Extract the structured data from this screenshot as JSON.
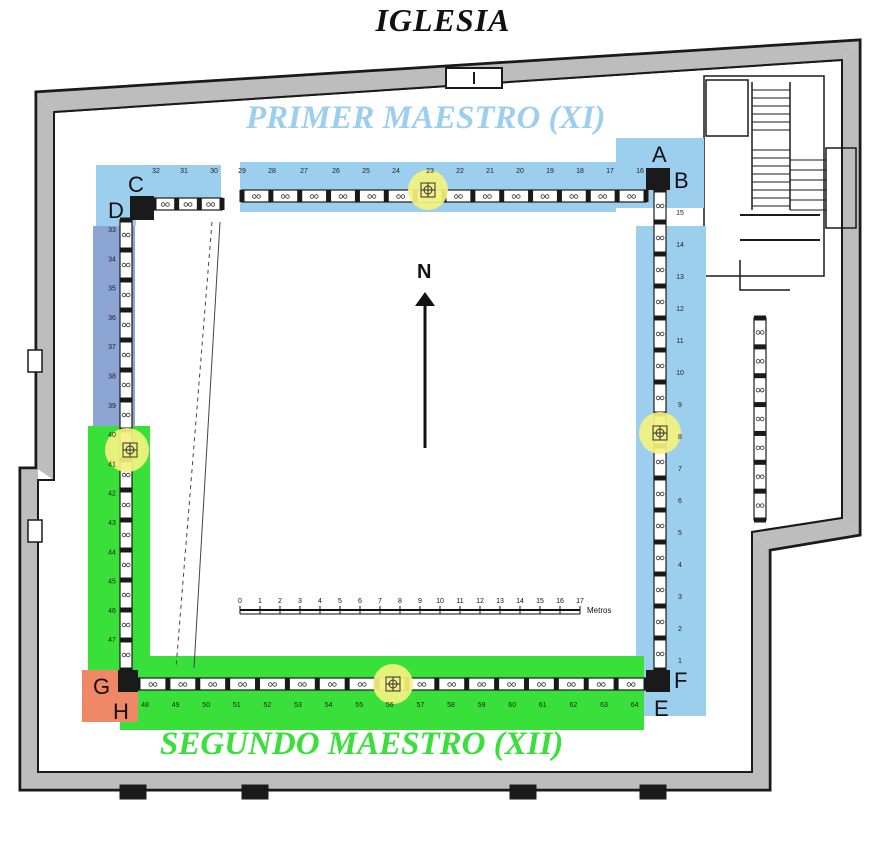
{
  "title": "IGLESIA",
  "zones": {
    "primer": "PRIMER MAESTRO (XI)",
    "segundo": "SEGUNDO MAESTRO (XII)"
  },
  "corners": {
    "A": "A",
    "B": "B",
    "C": "C",
    "D": "D",
    "E": "E",
    "F": "F",
    "G": "G",
    "H": "H"
  },
  "north": "N",
  "scale": {
    "ticks": [
      "0",
      "1",
      "2",
      "3",
      "4",
      "5",
      "6",
      "7",
      "8",
      "9",
      "10",
      "11",
      "12",
      "13",
      "14",
      "15",
      "16",
      "17"
    ],
    "unit": "Metros"
  },
  "bays": {
    "east": [
      "1",
      "2",
      "3",
      "4",
      "5",
      "6",
      "7",
      "8",
      "9",
      "10",
      "11",
      "12",
      "13",
      "14",
      "15"
    ],
    "north": [
      "16",
      "17",
      "18",
      "19",
      "20",
      "21",
      "22",
      "23",
      "24",
      "25",
      "26",
      "27",
      "28",
      "29",
      "30",
      "31",
      "32"
    ],
    "west": [
      "33",
      "34",
      "35",
      "36",
      "37",
      "38",
      "39",
      "40",
      "41",
      "42",
      "43",
      "44",
      "45",
      "46",
      "47"
    ],
    "south": [
      "48",
      "49",
      "50",
      "51",
      "52",
      "53",
      "54",
      "55",
      "56",
      "57",
      "58",
      "59",
      "60",
      "61",
      "62",
      "63",
      "64"
    ]
  },
  "colors": {
    "primer": "#9ccfee",
    "segundo": "#39e03a",
    "west_north": "#8da5d4",
    "corner_gh": "#ee8866",
    "highlight": "#f4f27e",
    "wall": "#1a1a1a"
  }
}
